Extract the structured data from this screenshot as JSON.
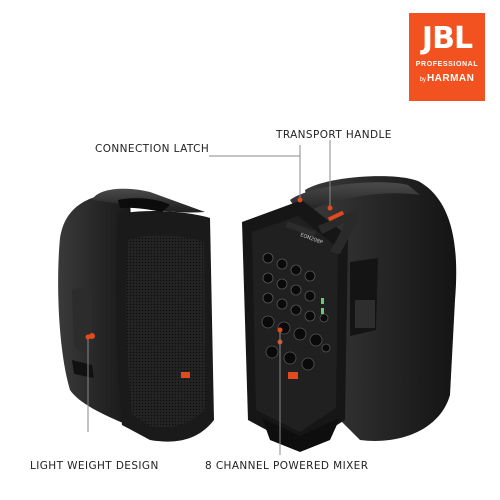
{
  "logo": {
    "brand": "JBL",
    "line": "PROFESSIONAL",
    "by": "by",
    "parent": "HARMAN"
  },
  "callouts": {
    "connection_latch": "CONNECTION LATCH",
    "transport_handle": "TRANSPORT HANDLE",
    "light_weight": "LIGHT WEIGHT DESIGN",
    "mixer": "8 CHANNEL POWERED MIXER"
  },
  "product": {
    "model_label": "EON208P"
  },
  "colors": {
    "logo_bg": "#f2521f",
    "accent": "#e04a1e",
    "cabinet": "#1c1c1c"
  }
}
